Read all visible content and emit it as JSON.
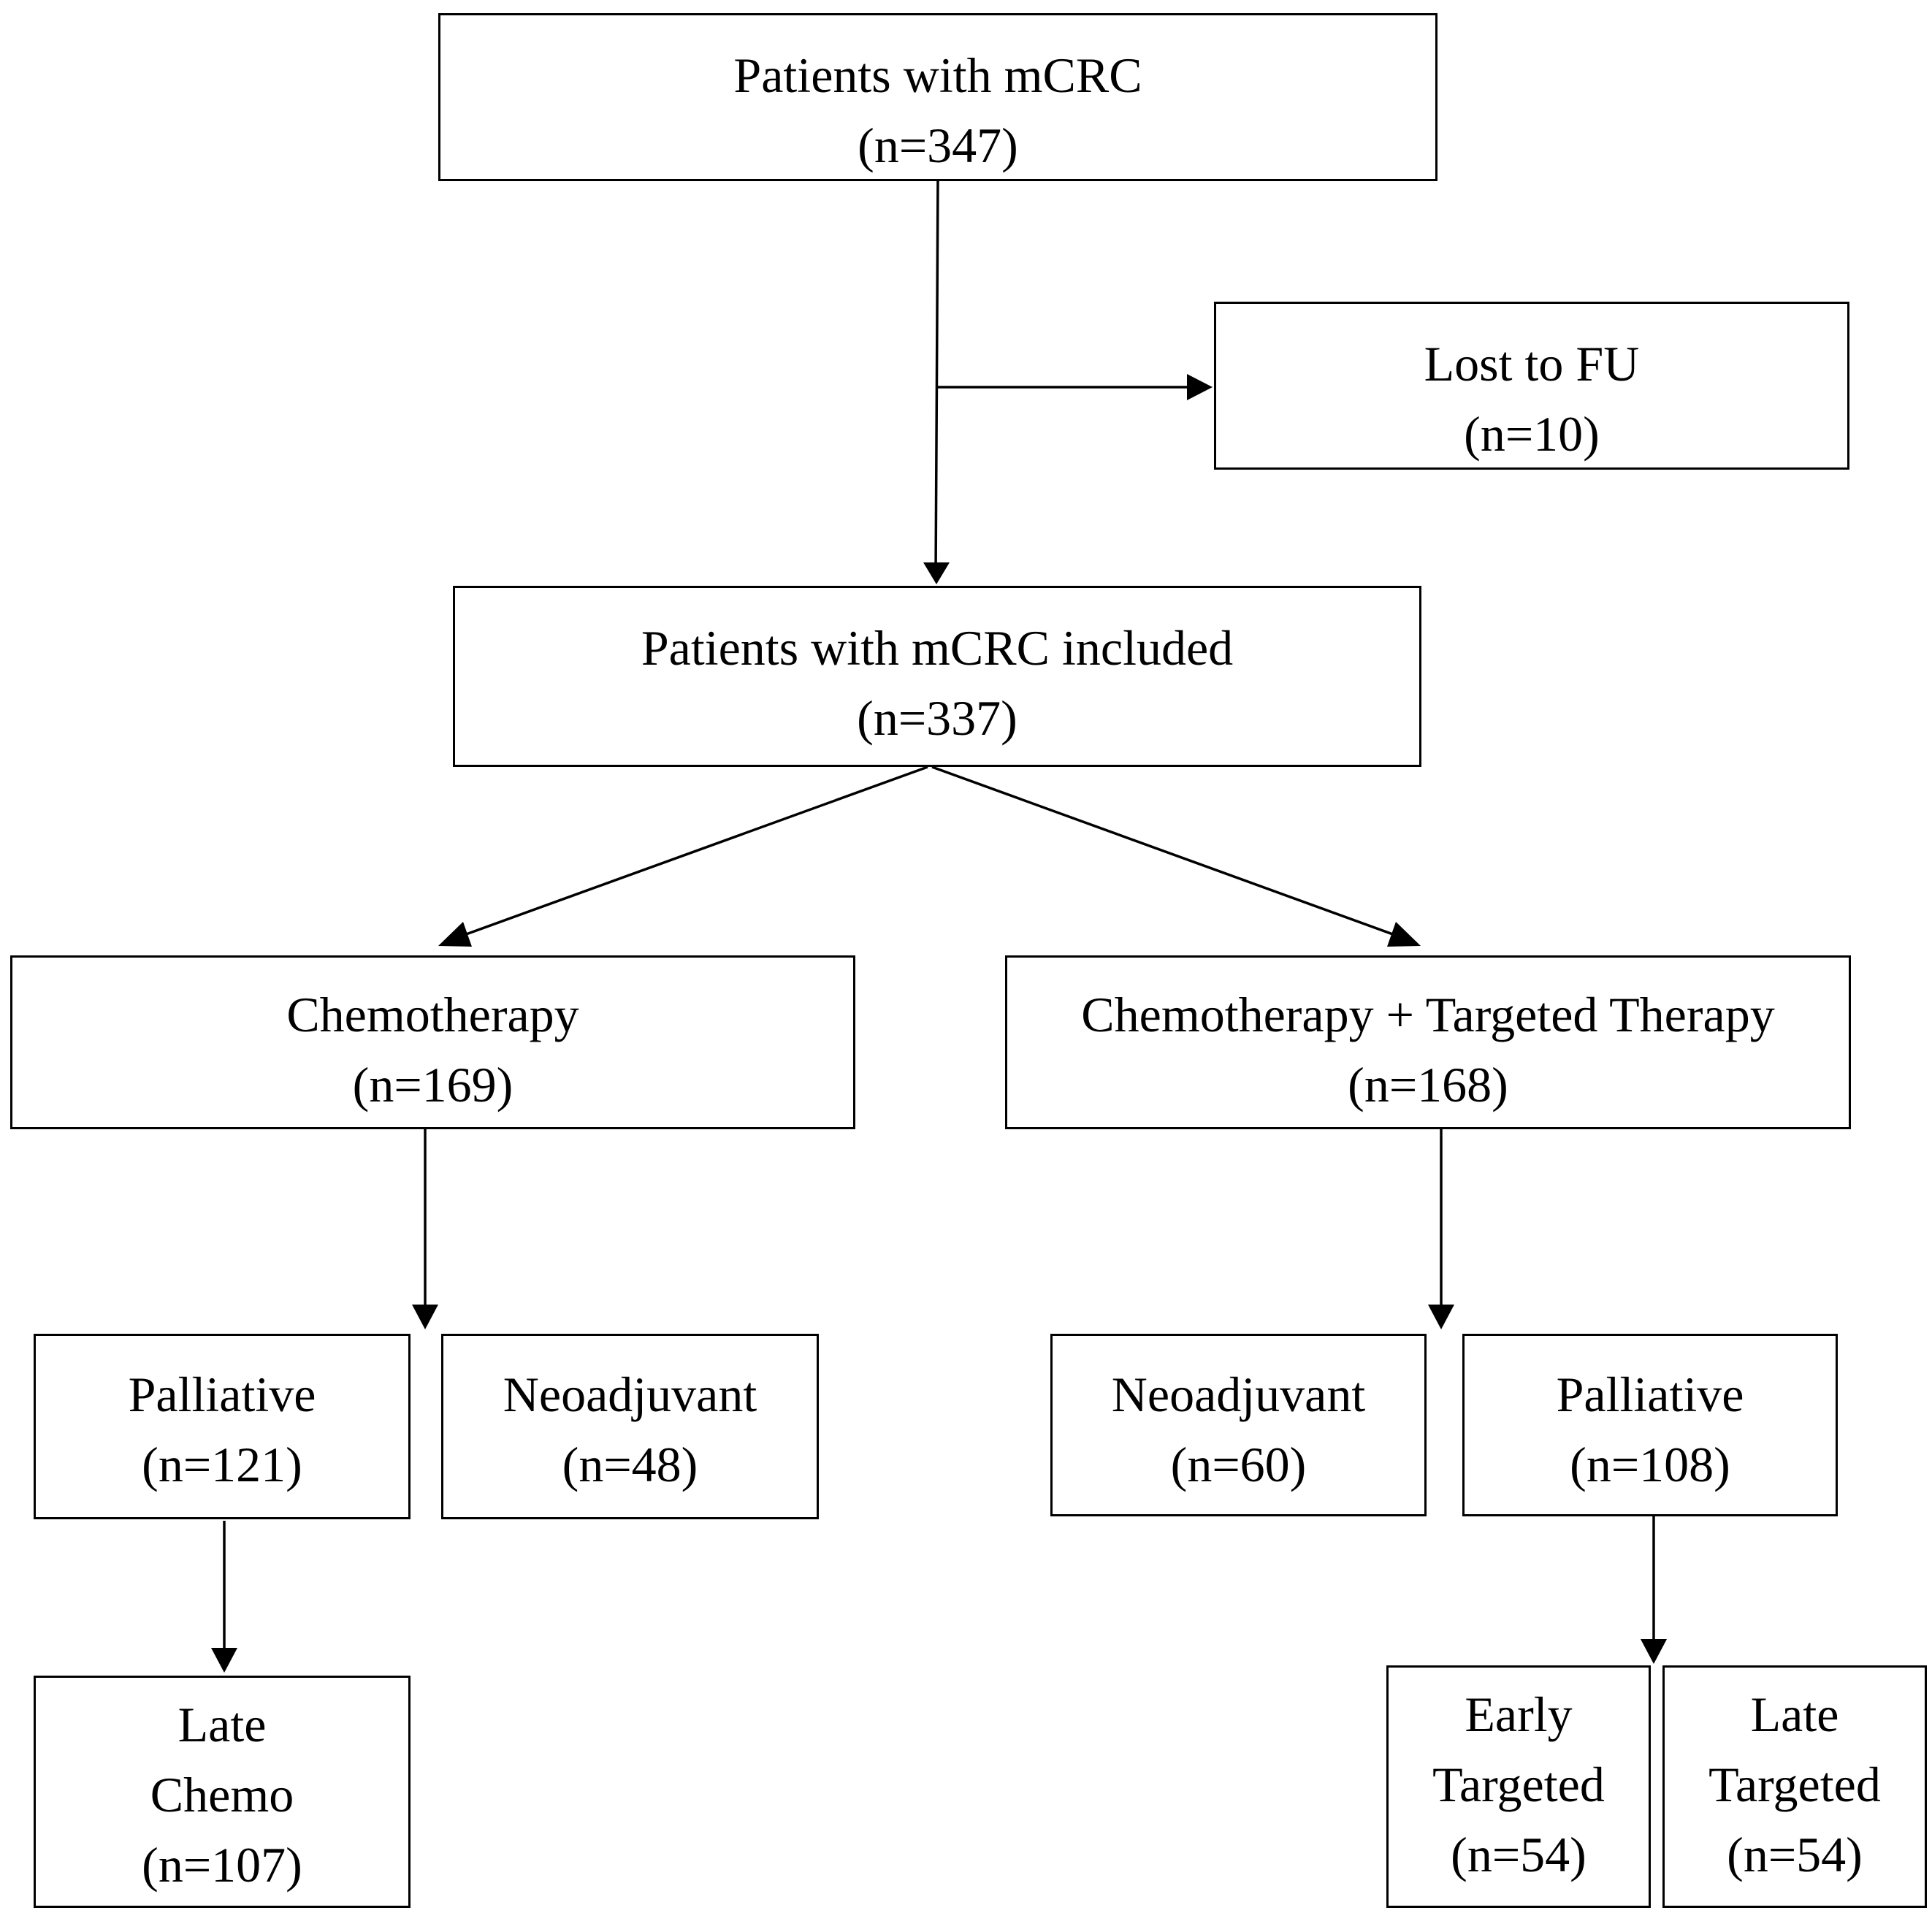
{
  "diagram": {
    "root": {
      "title": "Patients  with  mCRC",
      "count": "(n=347)"
    },
    "excluded": {
      "title": "Lost to FU",
      "count": "(n=10)"
    },
    "included": {
      "title": "Patients  with  mCRC included",
      "count": "(n=337)"
    },
    "chemo": {
      "title": "Chemotherapy",
      "count": "(n=169)"
    },
    "chemo_targeted": {
      "title": "Chemotherapy  + Targeted  Therapy",
      "count": "(n=168)"
    },
    "chemo_palliative": {
      "title": "Palliative",
      "count": "(n=121)"
    },
    "chemo_neoadjuvant": {
      "title": "Neoadjuvant",
      "count": "(n=48)"
    },
    "ct_neoadjuvant": {
      "title": "Neoadjuvant",
      "count": "(n=60)"
    },
    "ct_palliative": {
      "title": "Palliative",
      "count": "(n=108)"
    },
    "late_chemo": {
      "line1": "Late",
      "line2": "Chemo",
      "count": "(n=107)"
    },
    "early_targeted": {
      "line1": "Early",
      "line2": "Targeted",
      "count": "(n=54)"
    },
    "late_targeted": {
      "line1": "Late",
      "line2": "Targeted",
      "count": "(n=54)"
    }
  }
}
